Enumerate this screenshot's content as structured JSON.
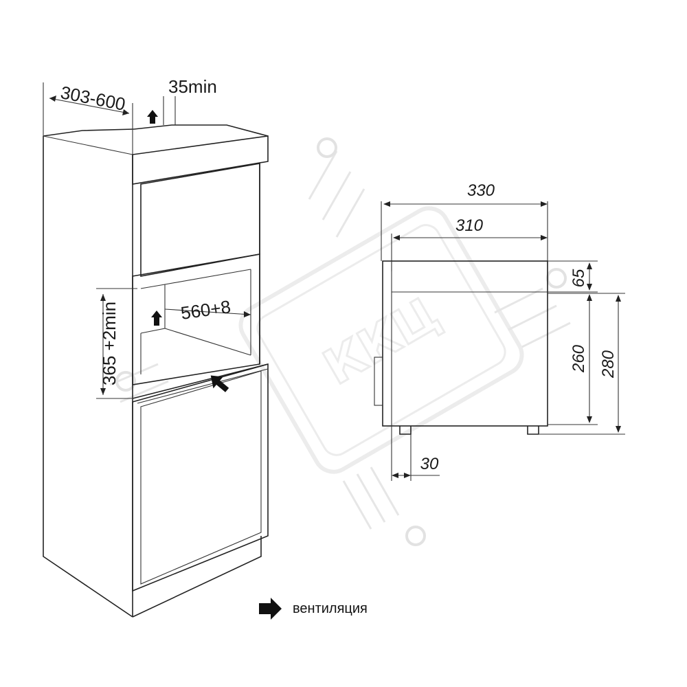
{
  "cabinet": {
    "depth_label": "303-600",
    "gap_label": "35min",
    "niche_width_label": "560+8",
    "niche_height_label": "365 +2min"
  },
  "side_view": {
    "depth_outer_label": "330",
    "depth_inner_label": "310",
    "top_offset_label": "65",
    "body_height_label": "260",
    "total_height_label": "280",
    "foot_offset_label": "30"
  },
  "legend": {
    "icon": "arrow-right-icon",
    "label": "вентиляция"
  },
  "watermark": {
    "text": "ККЦ"
  }
}
